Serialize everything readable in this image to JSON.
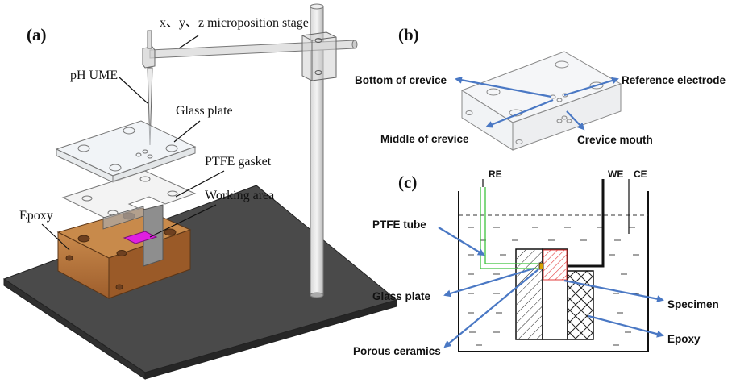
{
  "panels": {
    "a": {
      "label": "(a)",
      "stage_label": "x、y、z microposition stage",
      "ume_label": "pH UME",
      "glass_label": "Glass plate",
      "gasket_label": "PTFE gasket",
      "working_label": "Working area",
      "epoxy_label": "Epoxy"
    },
    "b": {
      "label": "(b)",
      "bottom_label": "Bottom of crevice",
      "middle_label": "Middle of crevice",
      "reference_label": "Reference electrode",
      "mouth_label": "Crevice mouth"
    },
    "c": {
      "label": "(c)",
      "re_label": "RE",
      "we_label": "WE",
      "ce_label": "CE",
      "ptfe_tube_label": "PTFE tube",
      "glass_label": "Glass plate",
      "porous_label": "Porous ceramics",
      "specimen_label": "Specimen",
      "epoxy_label": "Epoxy"
    }
  },
  "colors": {
    "arrow": "#4a78c4",
    "wood": "#b5733d",
    "magenta": "#e020e0",
    "base": "#3f3f3f",
    "specimen_hatch": "#e23b3b",
    "tube": "#3ec43e"
  }
}
